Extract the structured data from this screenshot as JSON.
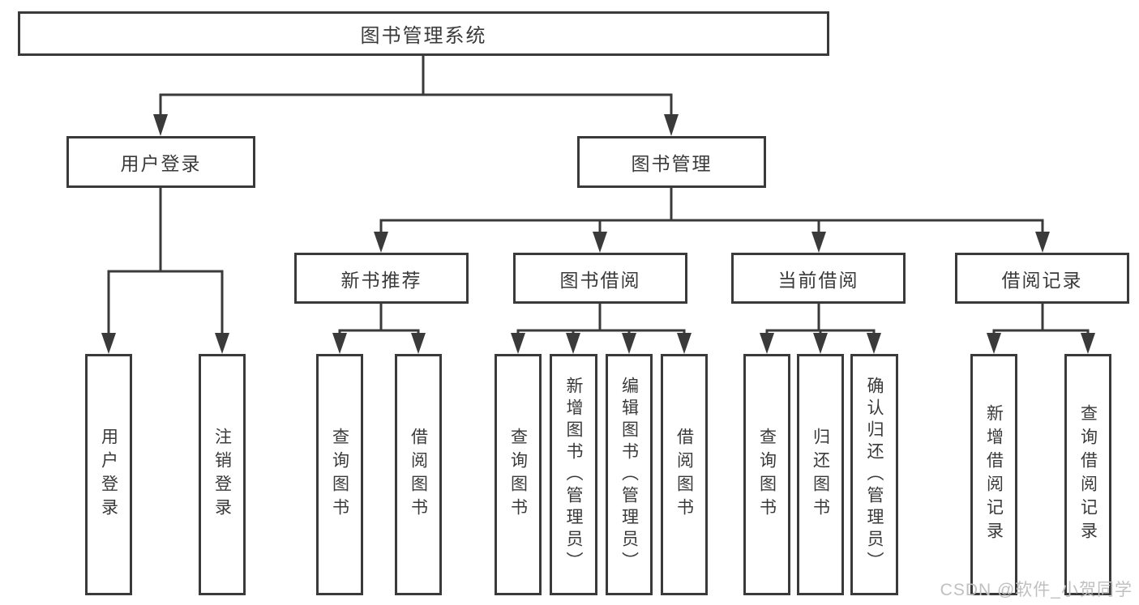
{
  "diagram": {
    "root": {
      "label": "图书管理系统"
    },
    "branches": [
      {
        "label": "用户登录",
        "children": [
          {
            "label": "用户登录"
          },
          {
            "label": "注销登录"
          }
        ]
      },
      {
        "label": "图书管理",
        "children": [
          {
            "label": "新书推荐",
            "children": [
              {
                "label": "查询图书"
              },
              {
                "label": "借阅图书"
              }
            ]
          },
          {
            "label": "图书借阅",
            "children": [
              {
                "label": "查询图书"
              },
              {
                "label": "新增图书（管理员）"
              },
              {
                "label": "编辑图书（管理员）"
              },
              {
                "label": "借阅图书"
              }
            ]
          },
          {
            "label": "当前借阅",
            "children": [
              {
                "label": "查询图书"
              },
              {
                "label": "归还图书"
              },
              {
                "label": "确认归还（管理员）"
              }
            ]
          },
          {
            "label": "借阅记录",
            "children": [
              {
                "label": "新增借阅记录"
              },
              {
                "label": "查询借阅记录"
              }
            ]
          }
        ]
      }
    ],
    "colors": {
      "line": "#3a3a3a",
      "text": "#3a3a3a",
      "background": "#ffffff",
      "watermark": "#c0c0c0"
    }
  },
  "watermark": {
    "text": "CSDN @软件_小贺同学"
  }
}
